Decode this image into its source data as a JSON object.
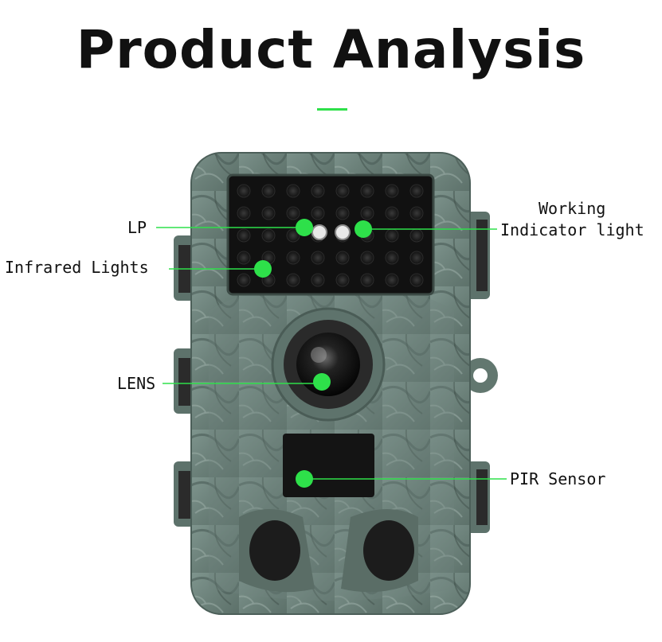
{
  "title": "Product Analysis",
  "accent_color": "#2ee04a",
  "callouts": {
    "lp": "LP",
    "infrared_lights": "Infrared Lights",
    "lens": "LENS",
    "working_line1": "Working",
    "working_line2": "Indicator light",
    "pir_sensor": "PIR Sensor"
  }
}
